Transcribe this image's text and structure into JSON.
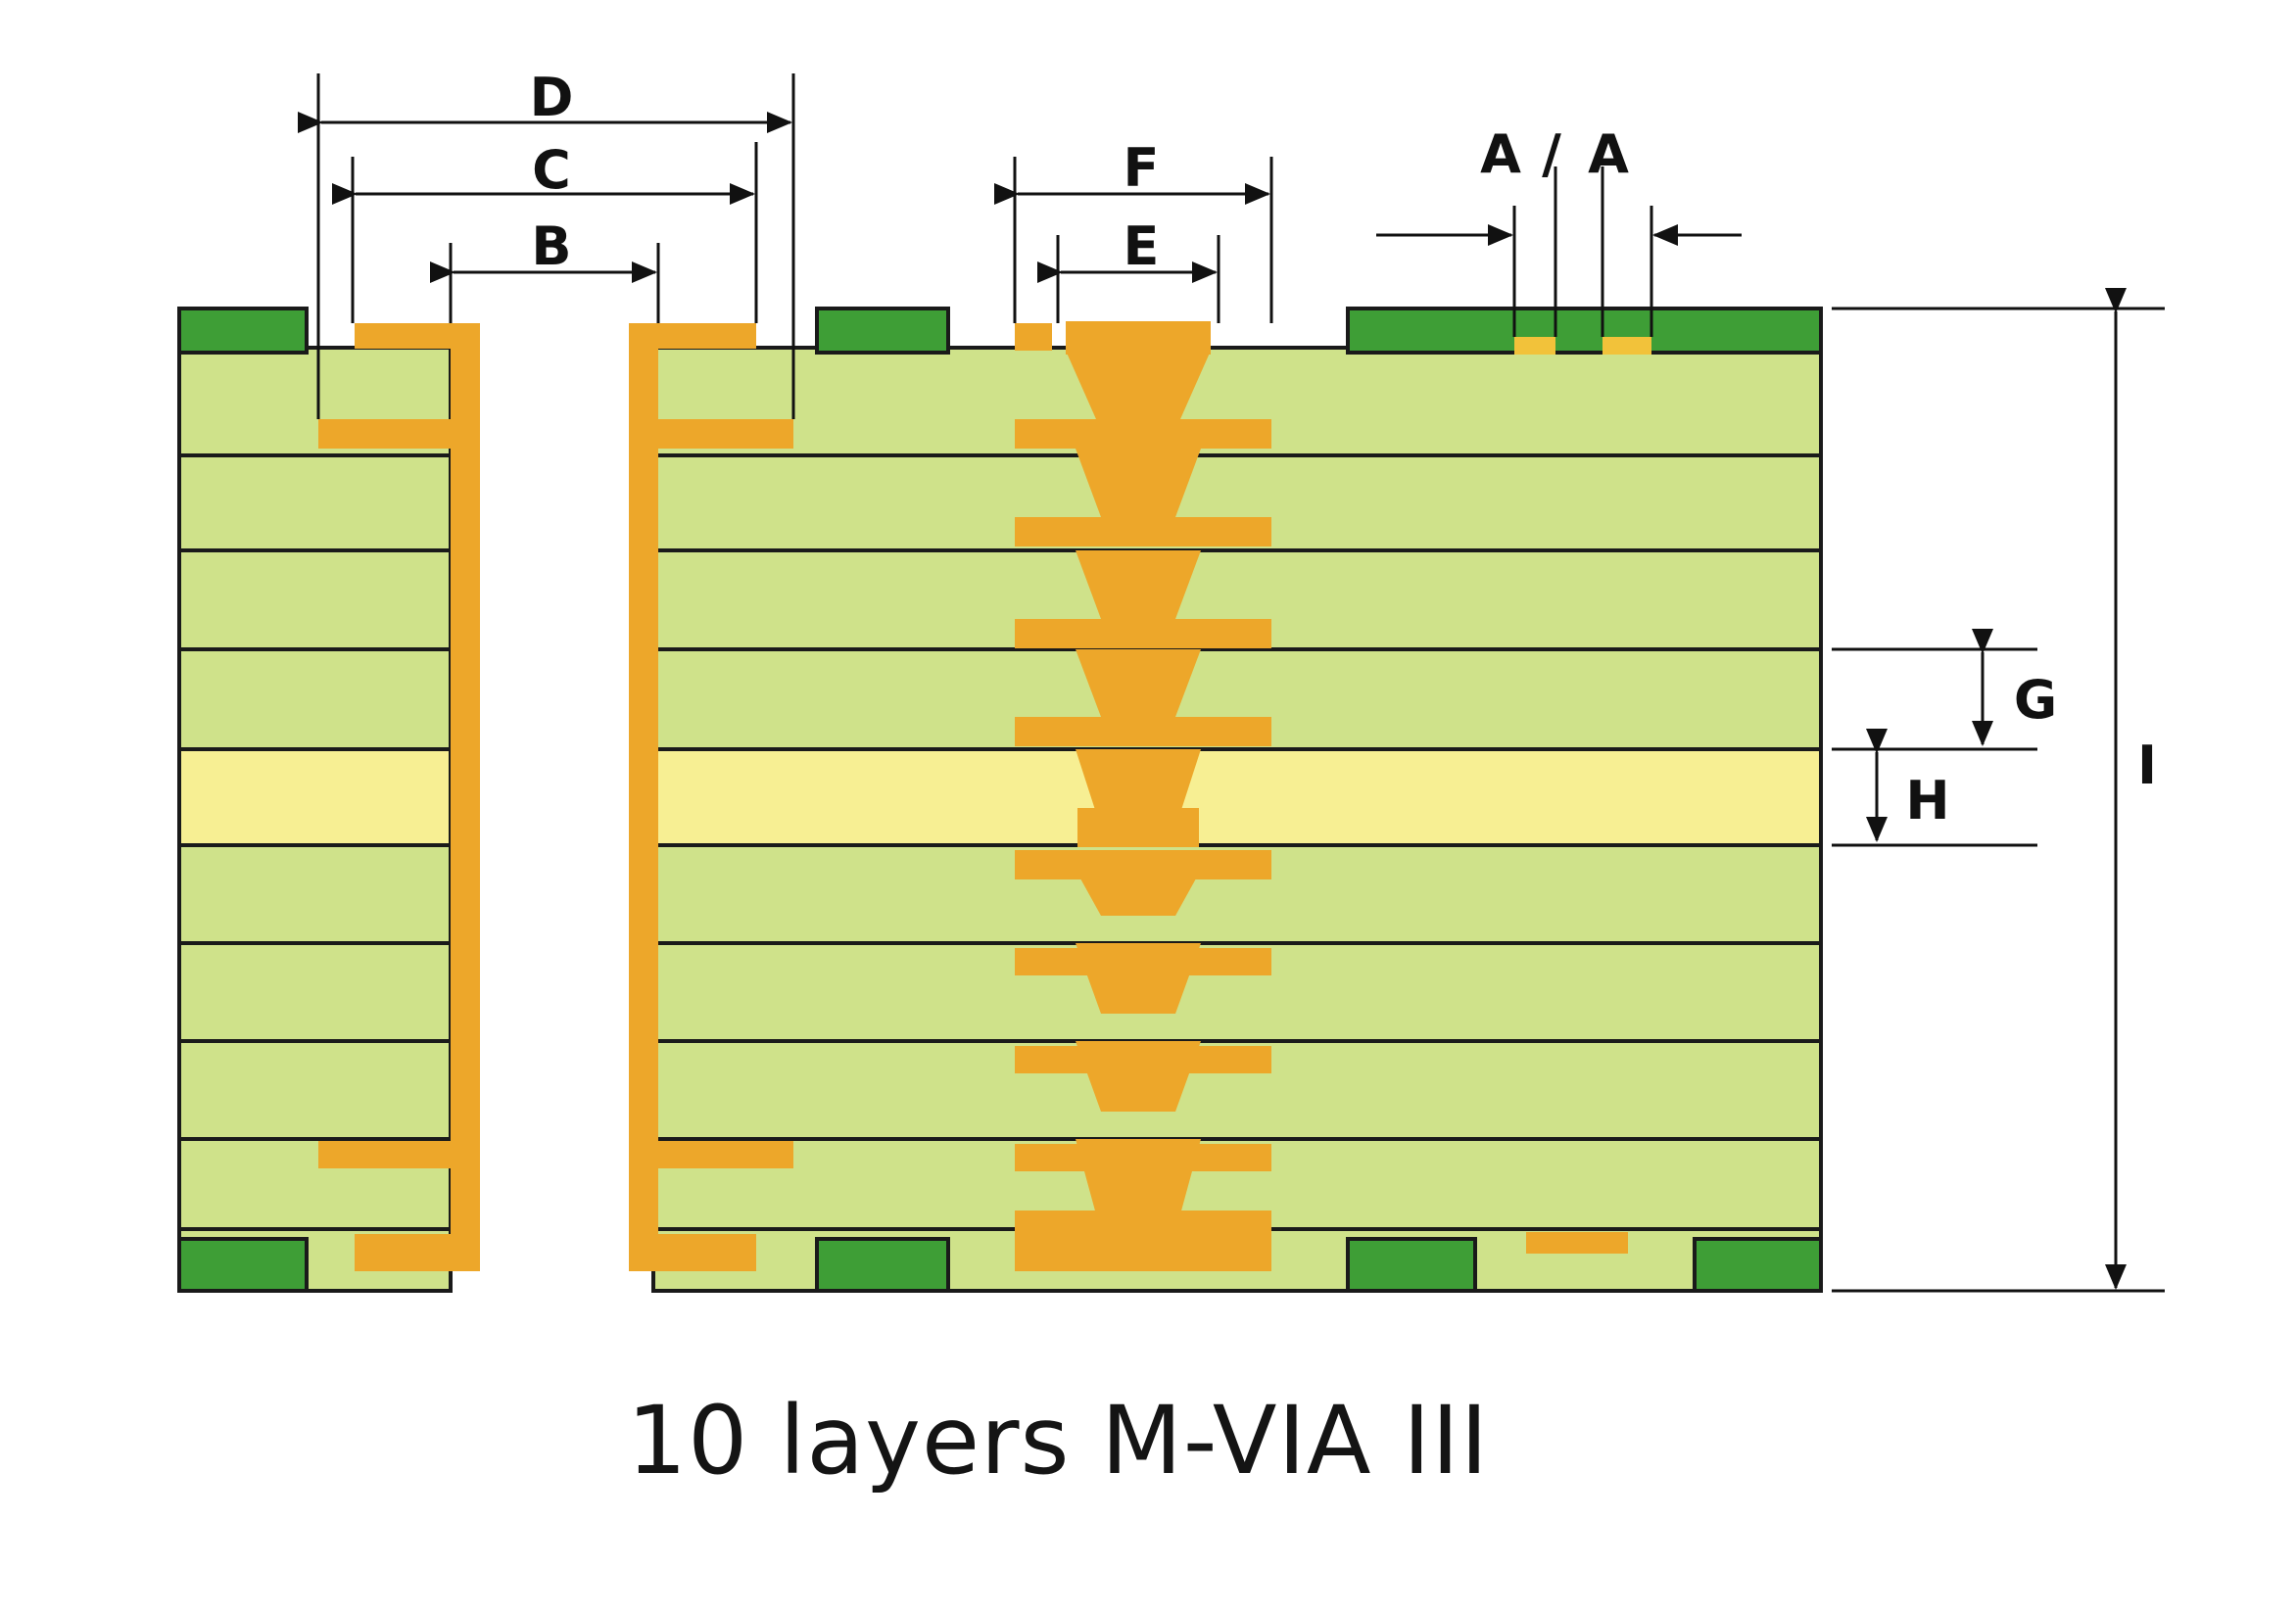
{
  "caption": "10 layers M-VIA III",
  "dimensions": {
    "A_left": "A",
    "A_sep": "/",
    "A_right": "A",
    "B": "B",
    "C": "C",
    "D": "D",
    "E": "E",
    "F": "F",
    "G": "G",
    "H": "H",
    "I": "I"
  },
  "colors": {
    "dielectric": "#cfe28a",
    "core": "#f7ef93",
    "copper": "#eda72a",
    "solder_mask": "#3e9e36",
    "line": "#1a1a1a"
  },
  "layer_count": 10
}
